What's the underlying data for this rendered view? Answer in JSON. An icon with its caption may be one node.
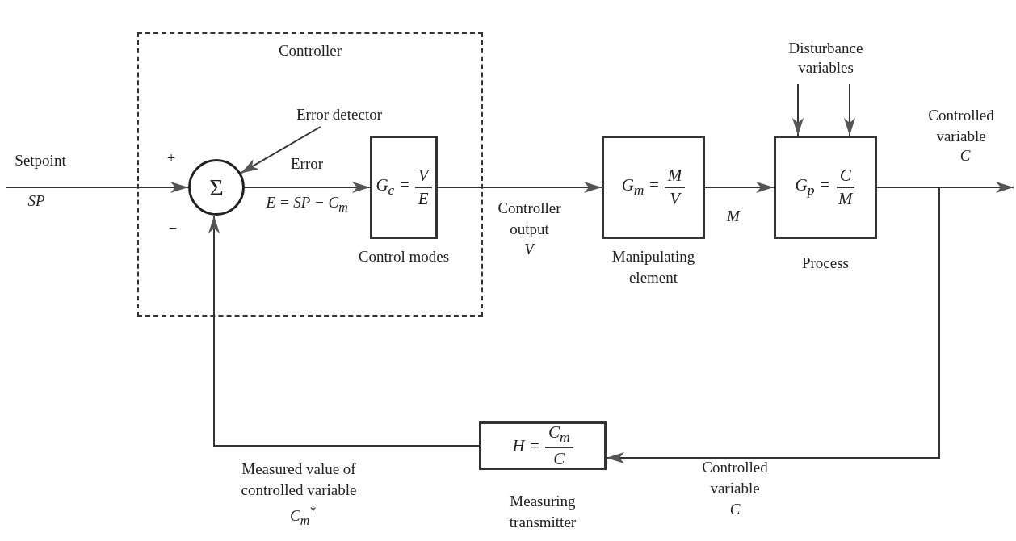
{
  "diagram": {
    "nodes": [
      {
        "text": [
          "Controller"
        ]
      },
      {
        "text": [
          "Σ"
        ],
        "in": 0
      },
      {
        "text": [
          "G$_{c}$ =",
          "V",
          "E"
        ],
        "in": 0,
        "beside": [
          "Control modes"
        ]
      },
      {
        "text": [
          "G$_{m}$ =",
          "M",
          "V"
        ],
        "beside": [
          "Manipulating element"
        ]
      },
      {
        "text": [
          "G$_{p}$ =",
          "C",
          "M"
        ],
        "beside": [
          "Process"
        ]
      },
      {
        "text": [
          "H =",
          "C$_{m}$",
          "C"
        ],
        "beside": [
          "Measuring transmitter"
        ]
      },
      {
        "text": [
          "Error detector"
        ],
        "in": 0
      },
      {
        "text": [
          "Disturbance variables"
        ]
      }
    ],
    "edges": [
      {
        "from": null,
        "to": 1,
        "arrow": "to"
      },
      {
        "from": 1,
        "to": 2,
        "arrow": "to"
      },
      {
        "from": 2,
        "to": 3,
        "arrow": "to"
      },
      {
        "from": 3,
        "to": 4,
        "arrow": "to"
      },
      {
        "from": 4,
        "to": null,
        "arrow": "to"
      },
      {
        "from": 4,
        "to": 5,
        "arrow": "to"
      },
      {
        "from": 5,
        "to": 1,
        "arrow": "to"
      },
      {
        "from": 6,
        "to": 1,
        "arrow": "to"
      },
      {
        "from": 7,
        "to": 4,
        "arrow": "to"
      },
      {
        "from": 7,
        "to": 4,
        "arrow": "to"
      }
    ],
    "labels": [
      "Setpoint",
      "SP",
      "+",
      "−",
      "Error",
      "E = SP − C$_{m}$",
      "Controller output",
      "V",
      "M",
      "Controlled variable",
      "C",
      "Measured value of controlled variable",
      "C$_{m}$$^{*}$",
      "Controlled variable",
      "C"
    ]
  }
}
